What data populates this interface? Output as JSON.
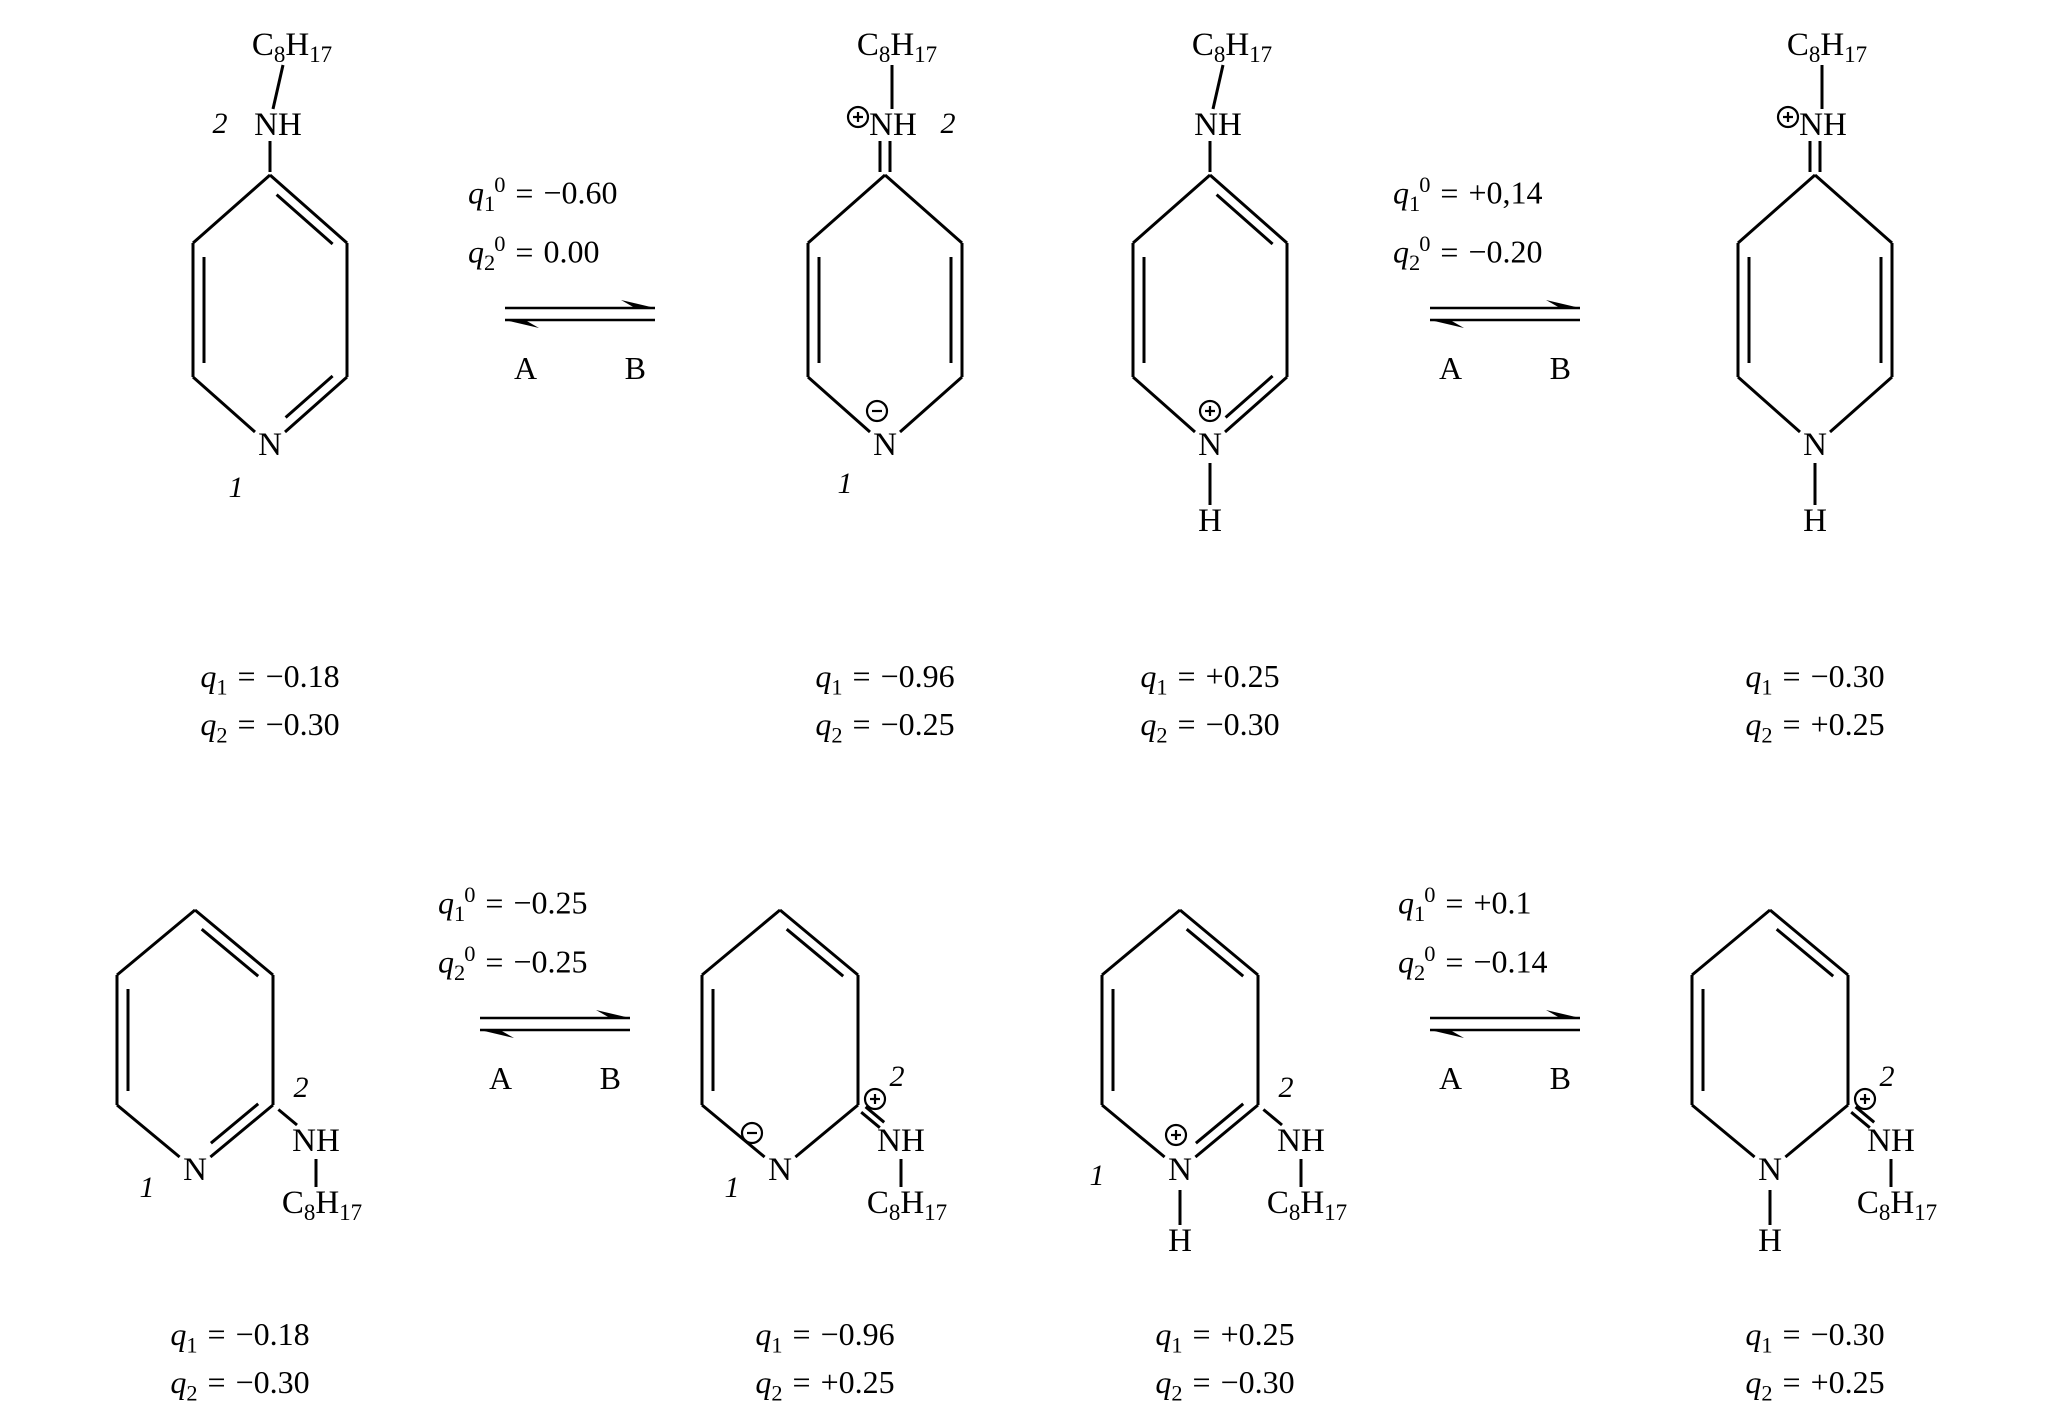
{
  "symbols": {
    "q": "q",
    "sub1": "1",
    "sub2": "2",
    "sup0": "0",
    "equals": "=",
    "N": "N",
    "NH": "NH",
    "H": "H",
    "C": "C",
    "c_sub": "8",
    "H2": "H",
    "h_sub": "17",
    "A": "A",
    "B": "B",
    "pos1": "1",
    "pos2": "2"
  },
  "icons": {
    "positive_charge": "circled-plus",
    "negative_charge": "circled-minus"
  },
  "top": {
    "structures": [
      {
        "q1": "−0.18",
        "q2": "−0.30"
      },
      {
        "q1": "−0.96",
        "q2": "−0.25"
      },
      {
        "q1": "+0.25",
        "q2": "−0.30"
      },
      {
        "q1": "−0.30",
        "q2": "+0.25"
      }
    ],
    "equilibria": [
      {
        "q1_0": "−0.60",
        "q2_0": "0.00"
      },
      {
        "q1_0": "+0,14",
        "q2_0": "−0.20"
      }
    ]
  },
  "bottom": {
    "structures": [
      {
        "q1": "−0.18",
        "q2": "−0.30"
      },
      {
        "q1": "−0.96",
        "q2": "+0.25"
      },
      {
        "q1": "+0.25",
        "q2": "−0.30"
      },
      {
        "q1": "−0.30",
        "q2": "+0.25"
      }
    ],
    "equilibria": [
      {
        "q1_0": "−0.25",
        "q2_0": "−0.25"
      },
      {
        "q1_0": "+0.1",
        "q2_0": "−0.14"
      }
    ]
  }
}
